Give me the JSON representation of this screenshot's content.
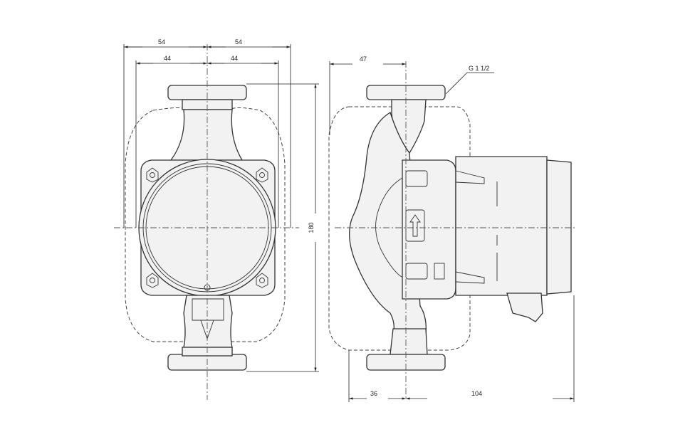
{
  "drawing": {
    "front_view": {
      "dim_top_left": "54",
      "dim_top_right": "54",
      "dim_inner_left": "44",
      "dim_inner_right": "44",
      "dim_height": "180"
    },
    "side_view": {
      "dim_top": "47",
      "thread_label": "G 1 1/2",
      "dim_bottom_left": "36",
      "dim_bottom_right": "104"
    }
  }
}
